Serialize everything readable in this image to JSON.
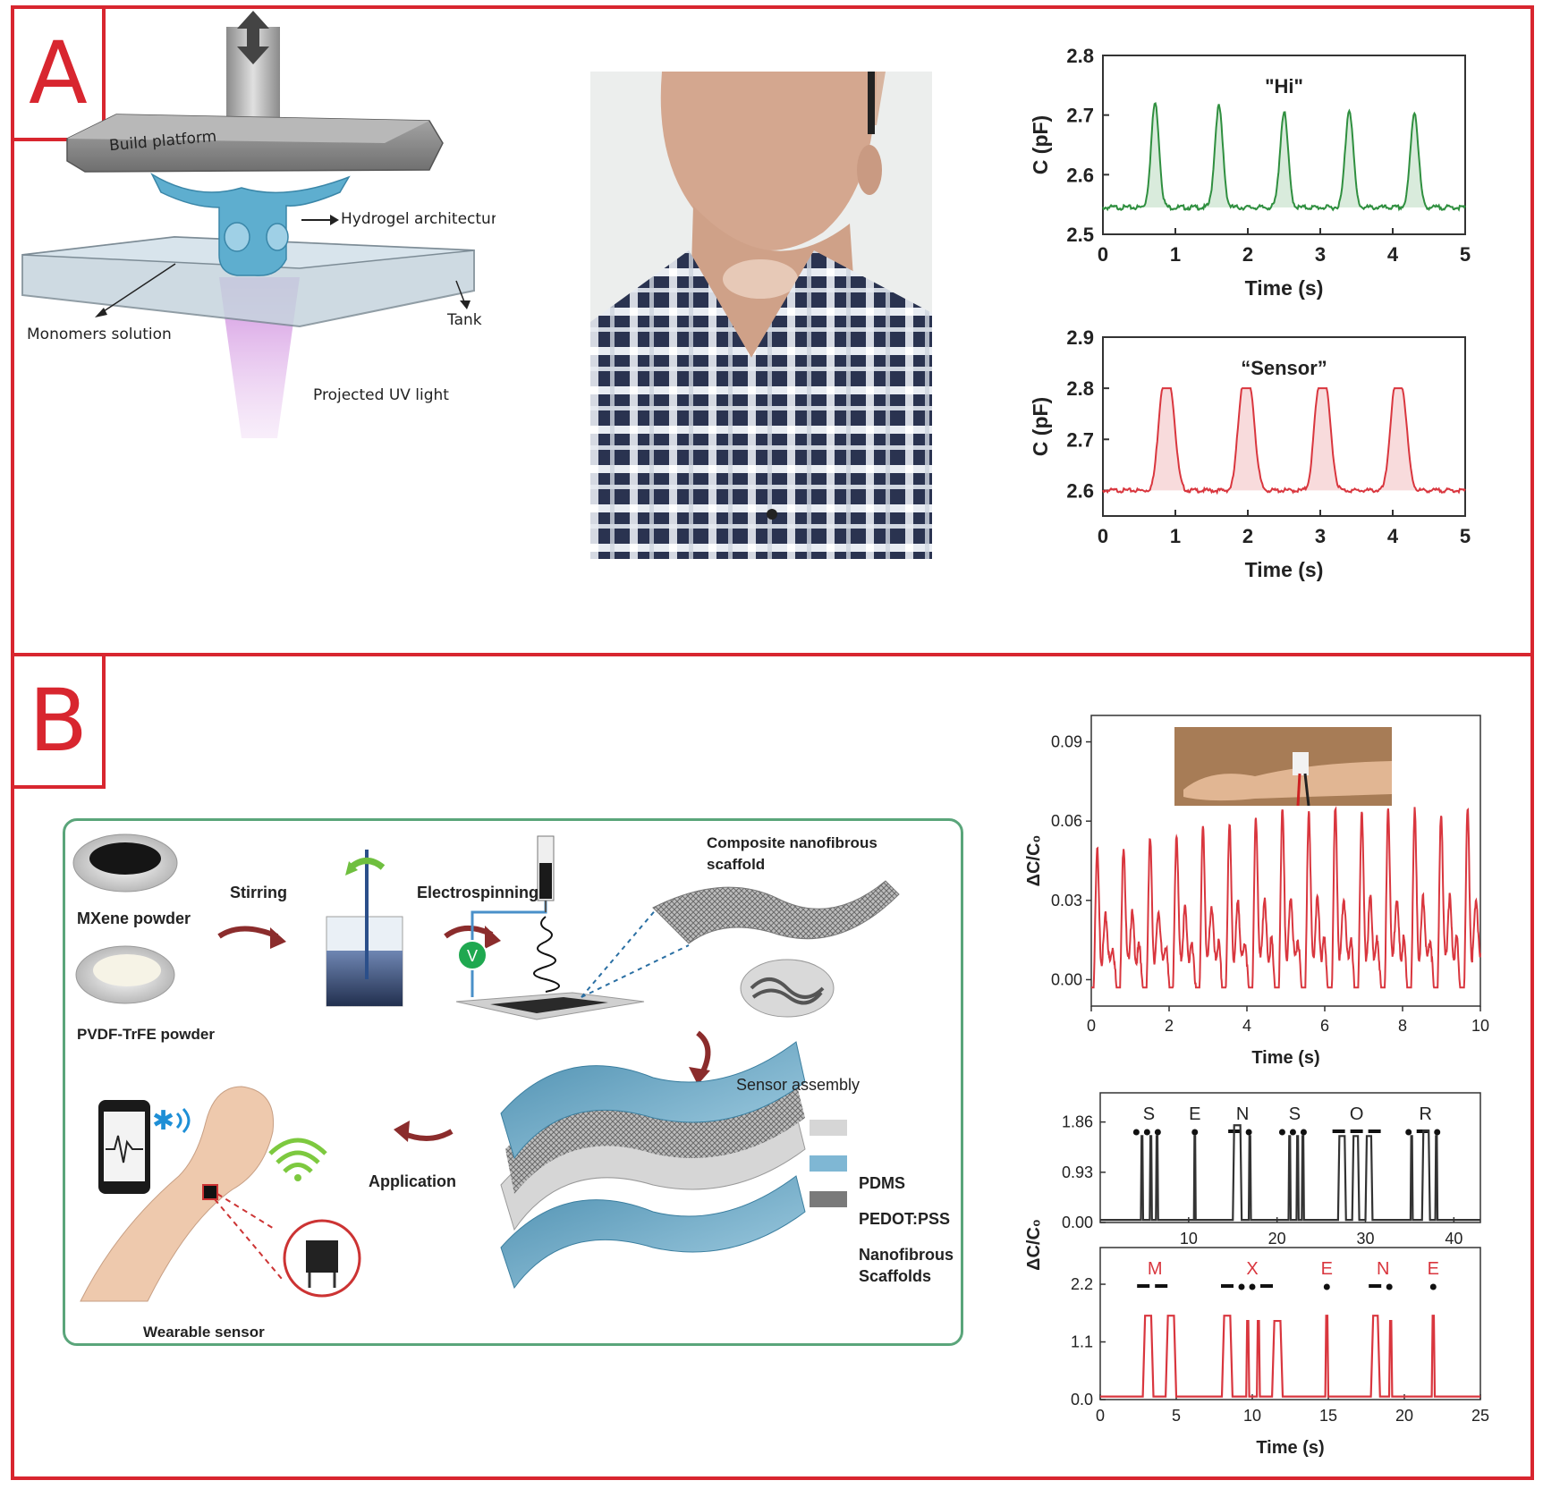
{
  "panels": {
    "a_label": "A",
    "b_label": "B"
  },
  "panel_a": {
    "printer": {
      "build_platform": "Build platform",
      "hydrogel": "Hydrogel architecture",
      "monomers": "Monomers solution",
      "tank": "Tank",
      "uv_light": "Projected UV light"
    }
  },
  "panel_b": {
    "schematic": {
      "mxene": "MXene powder",
      "pvdf": "PVDF-TrFE powder",
      "stirring": "Stirring",
      "electrospinning": "Electrospinning",
      "composite_line1": "Composite nanofibrous",
      "composite_line2": "scaffold",
      "voltage": "V",
      "sensor_assembly": "Sensor assembly",
      "application": "Application",
      "wearable": "Wearable sensor",
      "legend": [
        {
          "label": "PDMS",
          "color": "#d6d6d6"
        },
        {
          "label": "PEDOT:PSS",
          "color": "#7fb7d4"
        },
        {
          "label": "Nanofibrous",
          "label2": "Scaffolds",
          "color": "#7a7a7a"
        }
      ]
    }
  },
  "colors": {
    "frame": "#d8262f",
    "green": "#2f8f3f",
    "red": "#d9363e",
    "dark": "#333333",
    "teal_border": "#5aa57a"
  },
  "chart_data": [
    {
      "id": "hi",
      "type": "line",
      "title": "\"Hi\"",
      "xlabel": "Time (s)",
      "ylabel": "C (pF)",
      "xlim": [
        0,
        5
      ],
      "ylim": [
        2.5,
        2.8
      ],
      "xticks": [
        "0",
        "1",
        "2",
        "3",
        "4",
        "5"
      ],
      "yticks": [
        "2.5",
        "2.6",
        "2.7",
        "2.8"
      ],
      "series": [
        {
          "color": "#2f8f3f",
          "baseline": 2.545,
          "peaks": [
            [
              0.72,
              2.72
            ],
            [
              1.6,
              2.715
            ],
            [
              2.5,
              2.705
            ],
            [
              3.4,
              2.71
            ],
            [
              4.3,
              2.705
            ]
          ]
        }
      ]
    },
    {
      "id": "sensor",
      "type": "line",
      "title": "“Sensor”",
      "xlabel": "Time (s)",
      "ylabel": "C (pF)",
      "xlim": [
        0,
        5
      ],
      "ylim": [
        2.55,
        2.9
      ],
      "xticks": [
        "0",
        "1",
        "2",
        "3",
        "4",
        "5"
      ],
      "yticks": [
        "2.6",
        "2.7",
        "2.8",
        "2.9"
      ],
      "series": [
        {
          "color": "#d9363e",
          "baseline": 2.6,
          "peaks": [
            [
              0.9,
              2.79
            ],
            [
              2.0,
              2.79
            ],
            [
              3.05,
              2.785
            ],
            [
              4.1,
              2.785
            ]
          ]
        }
      ]
    },
    {
      "id": "pulse",
      "type": "line",
      "xlabel": "Time (s)",
      "ylabel": "ΔC/C₀",
      "xlim": [
        0,
        10
      ],
      "ylim": [
        -0.01,
        0.1
      ],
      "xticks": [
        "0",
        "2",
        "4",
        "6",
        "8",
        "10"
      ],
      "yticks": [
        "0.00",
        "0.03",
        "0.06",
        "0.09"
      ],
      "series": [
        {
          "color": "#d9363e",
          "beat_interval": 0.68,
          "peak": 0.062
        }
      ]
    },
    {
      "id": "morse-sensor",
      "type": "line",
      "xlabel": "",
      "ylabel": "ΔC/C₀",
      "xlim": [
        0,
        43
      ],
      "ylim": [
        0,
        2.4
      ],
      "xticks": [
        "10",
        "20",
        "30",
        "40"
      ],
      "yticks": [
        "0.00",
        "0.93",
        "1.86"
      ],
      "letters": [
        "S",
        "E",
        "N",
        "S",
        "O",
        "R"
      ],
      "series": [
        {
          "color": "#333333"
        }
      ]
    },
    {
      "id": "morse-mxene",
      "type": "line",
      "xlabel": "Time (s)",
      "ylabel": "",
      "xlim": [
        0,
        25
      ],
      "ylim": [
        0,
        2.9
      ],
      "xticks": [
        "0",
        "5",
        "10",
        "15",
        "20",
        "25"
      ],
      "yticks": [
        "0.0",
        "1.1",
        "2.2"
      ],
      "letters": [
        "M",
        "X",
        "E",
        "N",
        "E"
      ],
      "series": [
        {
          "color": "#d9363e"
        }
      ]
    }
  ]
}
